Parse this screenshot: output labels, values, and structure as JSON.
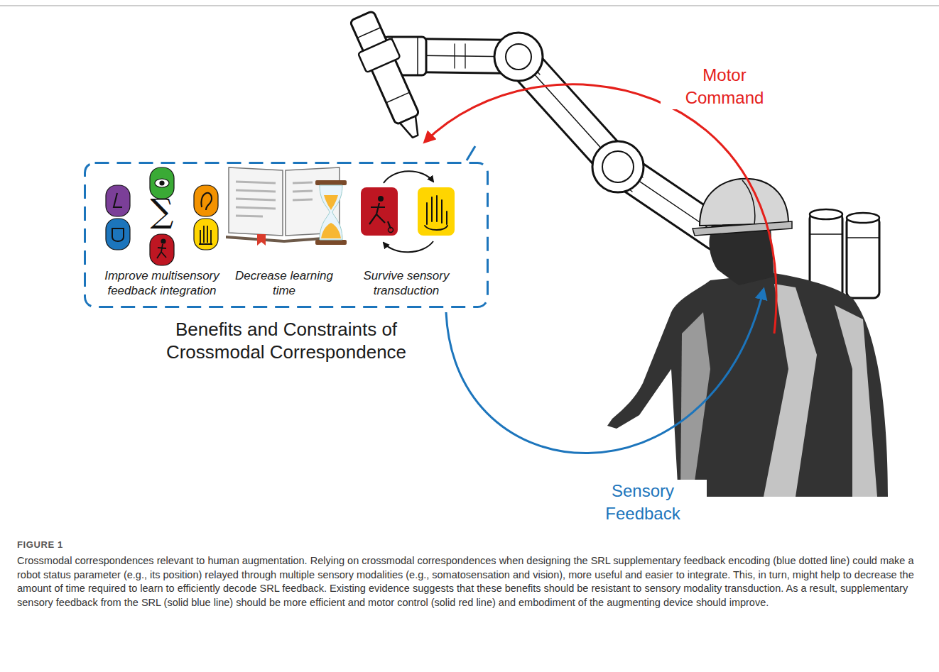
{
  "diagram": {
    "title": "FIGURE 1",
    "caption": "Crossmodal correspondences relevant to human augmentation. Relying on crossmodal correspondences when designing the SRL supplementary feedback encoding (blue dotted line) could make a robot status parameter (e.g., its position) relayed through multiple sensory modalities (e.g., somatosensation and vision), more useful and easier to integrate. This, in turn, might help to decrease the amount of time required to learn to efficiently decode SRL feedback. Existing evidence suggests that these benefits should be resistant to sensory modality transduction. As a result, supplementary sensory feedback from the SRL (solid blue line) should be more efficient and motor control (solid red line) and embodiment of the augmenting device should improve.",
    "nodes": [
      {
        "text": [
          "Benefits and Constraints of Crossmodal Correspondence"
        ]
      },
      {
        "text": [
          "Improve multisensory feedback integration"
        ],
        "in": 0
      },
      {
        "text": [
          "Decrease learning time"
        ],
        "in": 0
      },
      {
        "text": [
          "Survive sensory transduction"
        ],
        "in": 0
      }
    ],
    "labels": [
      "Motor Command",
      "Sensory Feedback",
      "∑"
    ]
  }
}
